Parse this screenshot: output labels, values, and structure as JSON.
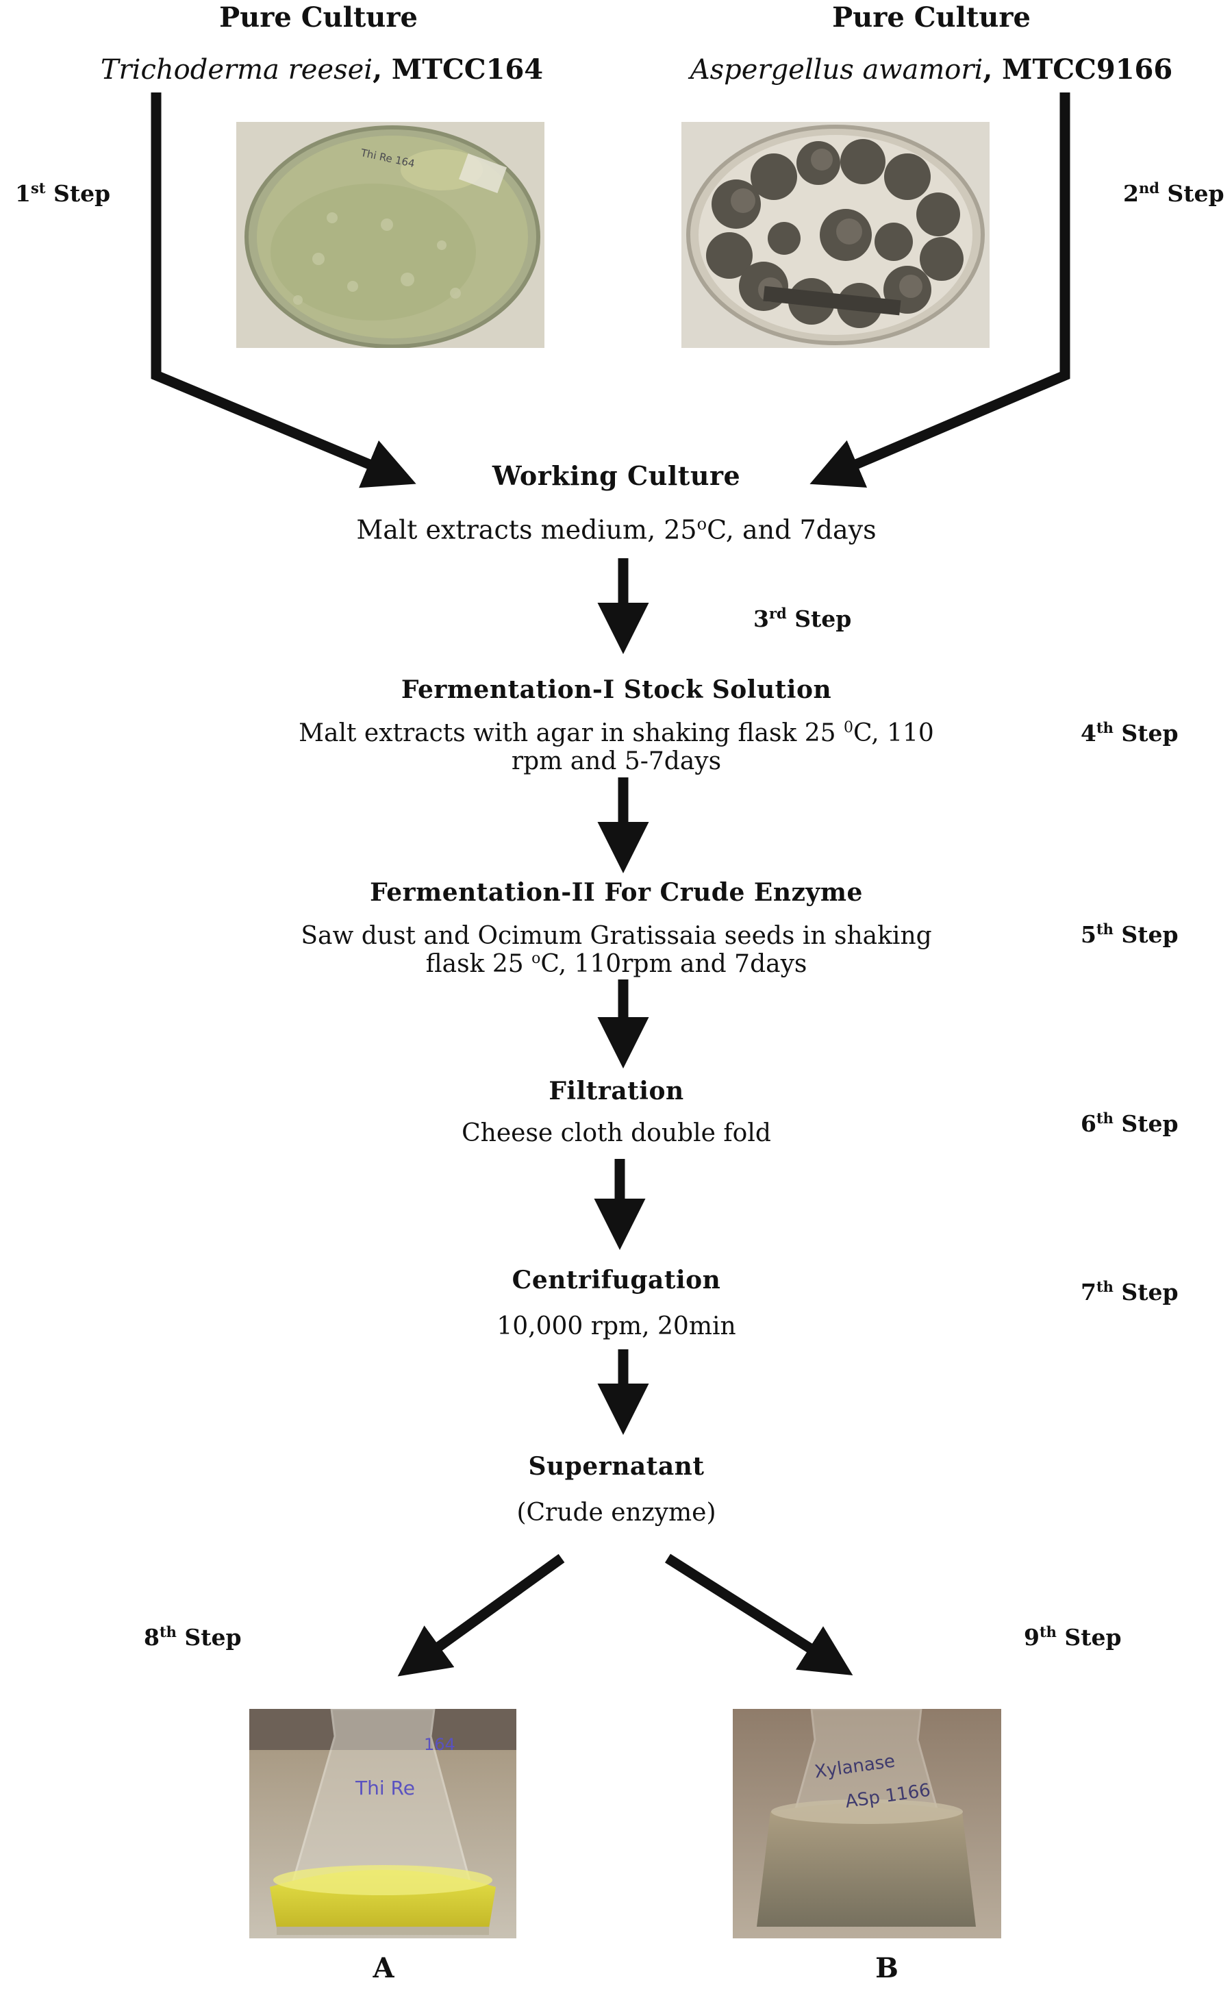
{
  "sources": [
    {
      "title": "Pure Culture",
      "organism": "Trichoderma reesei",
      "code": ", MTCC164"
    },
    {
      "title": "Pure Culture",
      "organism": "Aspergellus awamori",
      "code": ", MTCC9166"
    }
  ],
  "steps": [
    {
      "num": "1",
      "sup": "st",
      "word": " Step"
    },
    {
      "num": "2",
      "sup": "nd",
      "word": " Step"
    },
    {
      "num": "3",
      "sup": "rd",
      "word": " Step"
    },
    {
      "num": "4",
      "sup": "th",
      "word": " Step"
    },
    {
      "num": "5",
      "sup": "th",
      "word": " Step"
    },
    {
      "num": "6",
      "sup": "th",
      "word": " Step"
    },
    {
      "num": "7",
      "sup": "th",
      "word": " Step"
    },
    {
      "num": "8",
      "sup": "th",
      "word": " Step"
    },
    {
      "num": "9",
      "sup": "th",
      "word": " Step"
    }
  ],
  "nodes": {
    "working": {
      "title": "Working Culture",
      "desc_a": "Malt extracts medium, 25",
      "desc_sup": "o",
      "desc_b": "C, and 7days"
    },
    "ferm1": {
      "title": "Fermentation-I Stock Solution",
      "desc_l1a": "Malt extracts with agar in shaking flask 25 ",
      "desc_sup": "0",
      "desc_l1b": "C, 110",
      "desc_l2": "rpm and 5-7days"
    },
    "ferm2": {
      "title": "Fermentation-II For Crude Enzyme",
      "desc_l1": "Saw dust and Ocimum Gratissaia seeds in shaking",
      "desc_l2a": "flask 25 ",
      "desc_sup": "o",
      "desc_l2b": "C, 110rpm and 7days"
    },
    "filtration": {
      "title": "Filtration",
      "desc": "Cheese cloth double fold"
    },
    "centrifugation": {
      "title": "Centrifugation",
      "desc": "10,000 rpm, 20min"
    },
    "supernatant": {
      "title": "Supernatant",
      "desc": "(Crude enzyme)"
    }
  },
  "panel_labels": {
    "a": "A",
    "b": "B"
  },
  "photos": {
    "plate_a_label": "Thi Re 164",
    "flask_a_label_1": "164",
    "flask_a_label_2": "Thi Re",
    "flask_b_label_1": "Xylanase",
    "flask_b_label_2": "ASp 1166"
  }
}
